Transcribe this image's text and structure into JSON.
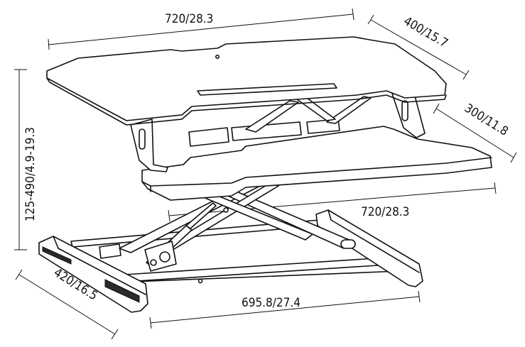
{
  "dimensions": {
    "top_width": "720/28.3",
    "top_depth": "400/15.7",
    "keyboard_depth": "300/11.8",
    "height_range": "125-490/4.9-19.3",
    "keyboard_width": "720/28.3",
    "base_depth": "420/16.5",
    "base_width": "695.8/27.4"
  }
}
